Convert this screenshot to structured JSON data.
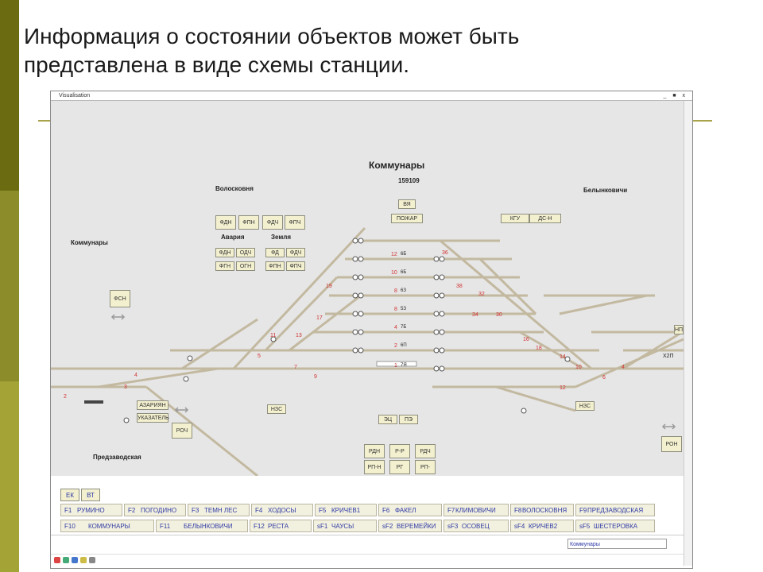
{
  "slide": {
    "title_line1": "Информация о состоянии объектов может быть",
    "title_line2": "представлена в виде схемы станции.",
    "colors": {
      "strip_dark": "#6b6b12",
      "strip_mid": "#8c8c2a",
      "strip_light": "#a3a336",
      "rule": "#a8a24a"
    }
  },
  "window": {
    "title": "Visualisation",
    "controls": "_ ■ x"
  },
  "scheme": {
    "station_name": "Коммунары",
    "station_code": "159109",
    "labels": {
      "voloskovnya": "Волосковня",
      "belynkovichi": "Белынковичи",
      "kommunary_left": "Коммунары",
      "avaria": "Авария",
      "zemlya": "Земля",
      "predzavodskaya": "Предзаводская"
    },
    "buttons": {
      "fdn": "ФДН",
      "fpn": "ФПН",
      "fdch": "ФДЧ",
      "fpch": "ФПЧ",
      "fdn2": "ФДН",
      "odch": "ОДЧ",
      "fd": "ФД",
      "fdch2": "ФДЧ",
      "fgn": "ФГН",
      "ogn": "ОГН",
      "fpn2": "ФПН",
      "fpch2": "ФПЧ",
      "vya": "ВЯ",
      "pozhar": "ПОЖАР",
      "kgu": "КГУ",
      "dsn": "ДС-Н",
      "fsn": "ФСН",
      "azarian": "АЗАРИЯН",
      "ukazatel": "УКАЗАТЕЛЬ",
      "rpch": "РОЧ",
      "nzs": "НЗС",
      "ezts": "ЭЦ",
      "pe": "ПЭ",
      "rdn": "РДН",
      "rp": "Р-Р",
      "rdch": "РДЧ",
      "rpn": "РП-Н",
      "rg": "РГ",
      "rpch2": "РП-",
      "np": "НП",
      "nzs2": "НЗС",
      "ron": "РОН",
      "x2p": "Х2П"
    },
    "track_numbers": [
      "12",
      "10",
      "8",
      "8",
      "4",
      "2",
      "1",
      "19",
      "17",
      "13",
      "11",
      "9",
      "7",
      "5",
      "3",
      "2",
      "4",
      "36",
      "38",
      "34",
      "30",
      "32",
      "14",
      "16",
      "18",
      "12",
      "10",
      "4",
      "6"
    ],
    "track_codes": [
      "6Б",
      "6Б",
      "6З",
      "5З",
      "7Б",
      "6П",
      "7Я"
    ]
  },
  "toolbar": {
    "tab_ek": "ЕК",
    "tab_vt": "ВТ",
    "row1": [
      {
        "key": "F1",
        "name": "РУМИНО"
      },
      {
        "key": "F2",
        "name": "ПОГОДИНО"
      },
      {
        "key": "F3",
        "name": "ТЕМН ЛЕС"
      },
      {
        "key": "F4",
        "name": "ХОДОСЫ"
      },
      {
        "key": "F5",
        "name": "КРИЧЕВ1"
      },
      {
        "key": "F6",
        "name": "ФАКЕЛ"
      },
      {
        "key": "F7",
        "name": "КЛИМОВИЧИ"
      },
      {
        "key": "F8",
        "name": "ВОЛОСКОВНЯ"
      },
      {
        "key": "F9",
        "name": "ПРЕДЗАВОДСКАЯ"
      }
    ],
    "row2": [
      {
        "key": "F10",
        "name": "КОММУНАРЫ"
      },
      {
        "key": "F11",
        "name": "БЕЛЫНКОВИЧИ"
      },
      {
        "key": "F12",
        "name": "РЕСТА"
      },
      {
        "key": "sF1",
        "name": "ЧАУСЫ"
      },
      {
        "key": "sF2",
        "name": "ВЕРЕМЕЙКИ"
      },
      {
        "key": "sF3",
        "name": "ОСОВЕЦ"
      },
      {
        "key": "sF4",
        "name": "КРИЧЕВ2"
      },
      {
        "key": "sF5",
        "name": "ШЕСТЕРОВКА"
      }
    ]
  },
  "statusbar": {
    "current_station": "Коммунары"
  }
}
